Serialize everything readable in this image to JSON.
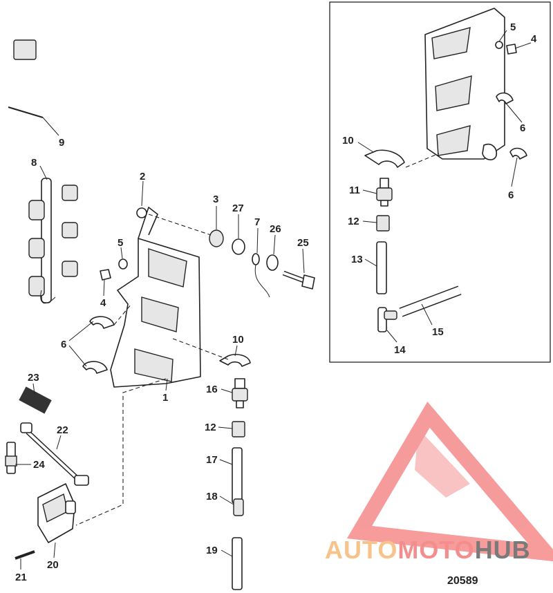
{
  "figure_number": "20589",
  "watermark": {
    "word_1": "AUTO",
    "word_2": "MOTO",
    "word_3": "HUB",
    "color_1": "#f7c38a",
    "color_2": "#f48e8e",
    "color_3": "#7a7a7a",
    "logo_color": "#f47a7a"
  },
  "callouts": {
    "main": [
      {
        "id": "main-9",
        "label": "9"
      },
      {
        "id": "main-8",
        "label": "8"
      },
      {
        "id": "main-2",
        "label": "2"
      },
      {
        "id": "main-3",
        "label": "3"
      },
      {
        "id": "main-27",
        "label": "27"
      },
      {
        "id": "main-7",
        "label": "7"
      },
      {
        "id": "main-26",
        "label": "26"
      },
      {
        "id": "main-25",
        "label": "25"
      },
      {
        "id": "main-5",
        "label": "5"
      },
      {
        "id": "main-4",
        "label": "4"
      },
      {
        "id": "main-6",
        "label": "6"
      },
      {
        "id": "main-10",
        "label": "10"
      },
      {
        "id": "main-1",
        "label": "1"
      },
      {
        "id": "main-16",
        "label": "16"
      },
      {
        "id": "main-12",
        "label": "12"
      },
      {
        "id": "main-17",
        "label": "17"
      },
      {
        "id": "main-18",
        "label": "18"
      },
      {
        "id": "main-19",
        "label": "19"
      },
      {
        "id": "main-23",
        "label": "23"
      },
      {
        "id": "main-22",
        "label": "22"
      },
      {
        "id": "main-24",
        "label": "24"
      },
      {
        "id": "main-20",
        "label": "20"
      },
      {
        "id": "main-21",
        "label": "21"
      }
    ],
    "inset": [
      {
        "id": "inset-5",
        "label": "5"
      },
      {
        "id": "inset-4",
        "label": "4"
      },
      {
        "id": "inset-6a",
        "label": "6"
      },
      {
        "id": "inset-6b",
        "label": "6"
      },
      {
        "id": "inset-10",
        "label": "10"
      },
      {
        "id": "inset-11",
        "label": "11"
      },
      {
        "id": "inset-12",
        "label": "12"
      },
      {
        "id": "inset-13",
        "label": "13"
      },
      {
        "id": "inset-15",
        "label": "15"
      },
      {
        "id": "inset-14",
        "label": "14"
      }
    ]
  }
}
